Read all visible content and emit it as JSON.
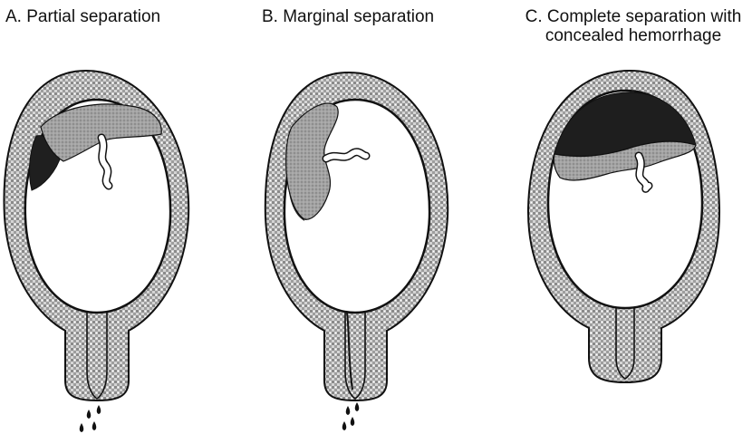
{
  "panels": [
    {
      "letter": "A.",
      "title": "Partial separation",
      "caption": "A. Partial separation"
    },
    {
      "letter": "B.",
      "title": "Marginal separation",
      "caption": "B. Marginal separation"
    },
    {
      "letter": "C.",
      "title": "Complete separation with concealed hemorrhage",
      "caption_line1": "C. Complete separation with",
      "caption_line2": "concealed hemorrhage"
    }
  ],
  "colors": {
    "uterine_wall": "#c8c8c8",
    "wall_texture": "#8f8f8f",
    "placenta": "#9a9a9a",
    "hemorrhage": "#2a2a2a",
    "outline": "#111111"
  }
}
